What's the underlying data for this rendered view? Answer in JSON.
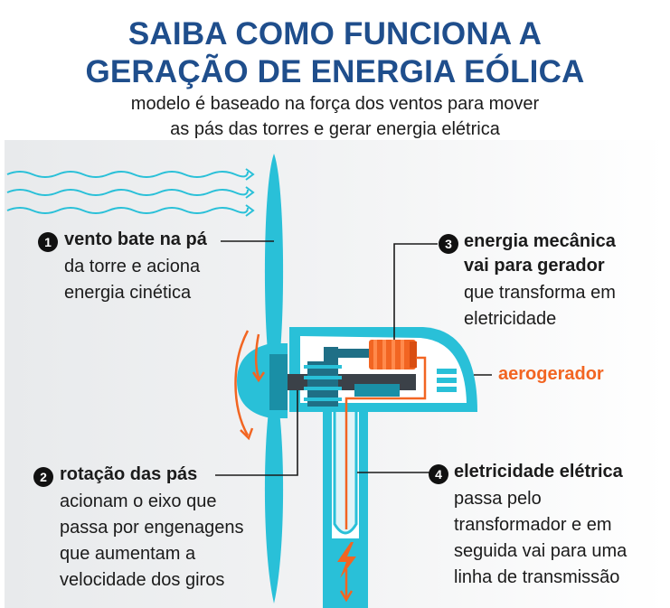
{
  "title_line1": "SAIBA COMO FUNCIONA A",
  "title_line2": "GERAÇÃO DE ENERGIA EÓLICA",
  "subtitle_line1": "modelo é baseado na força dos ventos para mover",
  "subtitle_line2": "as pás das torres e gerar energia elétrica",
  "steps": [
    {
      "number": "1",
      "heading": "vento bate na pá",
      "lines": [
        "da torre e aciona",
        "energia cinética"
      ]
    },
    {
      "number": "2",
      "heading": "rotação das pás",
      "lines": [
        "acionam o eixo que",
        "passa por engenagens",
        "que aumentam a",
        "velocidade dos giros"
      ]
    },
    {
      "number": "3",
      "heading_lines": [
        "energia mecânica",
        "vai para gerador"
      ],
      "lines": [
        "que transforma em",
        "eletricidade"
      ]
    },
    {
      "number": "4",
      "heading": "eletricidade elétrica",
      "lines": [
        "passa pelo",
        "transformador e em",
        "seguida vai para uma",
        "linha de transmissão"
      ]
    }
  ],
  "nacelle_label": "aerogerador",
  "colors": {
    "title": "#1f4e8c",
    "turbine": "#29c0d8",
    "turbine_dark": "#1a8fa6",
    "accent": "#f26522",
    "gear": "#1f6f86",
    "shaft": "#3b4148"
  },
  "icons": [
    "wind-arrows-icon",
    "rotation-arrow-icon",
    "lightning-icon"
  ]
}
